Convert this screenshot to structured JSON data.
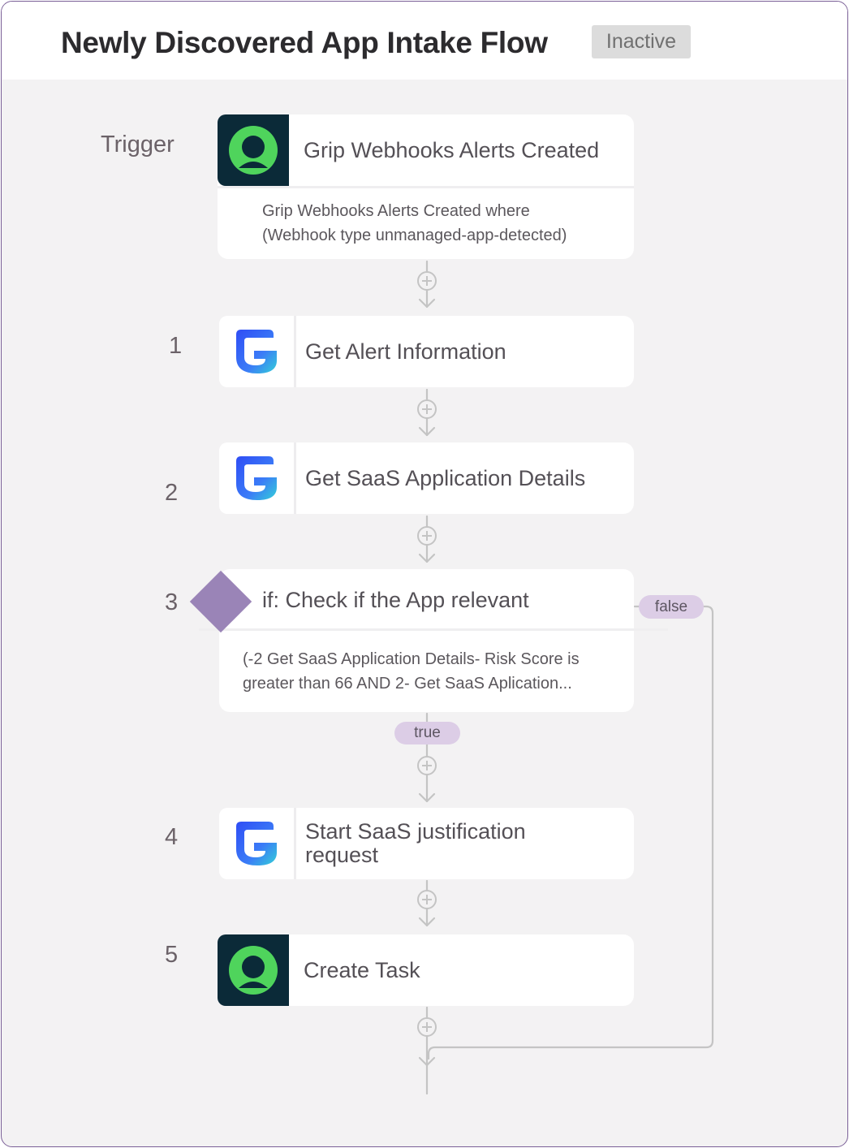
{
  "flow": {
    "title": "Newly Discovered App Intake Flow",
    "status": "Inactive"
  },
  "trigger": {
    "label": "Trigger",
    "title": "Grip Webhooks Alerts Created",
    "description_line1": "Grip Webhooks Alerts Created where",
    "description_line2": "(Webhook type unmanaged-app-detected)",
    "icon": "grip-logo-icon"
  },
  "steps": [
    {
      "number": "1",
      "title": "Get Alert Information",
      "icon": "g-app-logo-icon"
    },
    {
      "number": "2",
      "title": "Get SaaS Application Details",
      "icon": "g-app-logo-icon"
    },
    {
      "number": "3",
      "title": "if: Check if the App relevant",
      "condition_line1": "(-2 Get SaaS Application Details- Risk Score is",
      "condition_line2": "greater than 66 AND 2- Get SaaS Aplication...",
      "true_label": "true",
      "false_label": "false",
      "icon": "condition-diamond-icon"
    },
    {
      "number": "4",
      "title_line1": "Start SaaS justification",
      "title_line2": "request",
      "icon": "g-app-logo-icon"
    },
    {
      "number": "5",
      "title": "Create Task",
      "icon": "grip-logo-icon"
    }
  ],
  "colors": {
    "frame_border": "#7a5f97",
    "canvas": "#f3f2f3",
    "grip_dark": "#0b2a38",
    "grip_green": "#4fd45c",
    "condition_diamond": "#9a84b7",
    "branch_pill": "#dccde6",
    "connector": "#c4c4c4"
  }
}
